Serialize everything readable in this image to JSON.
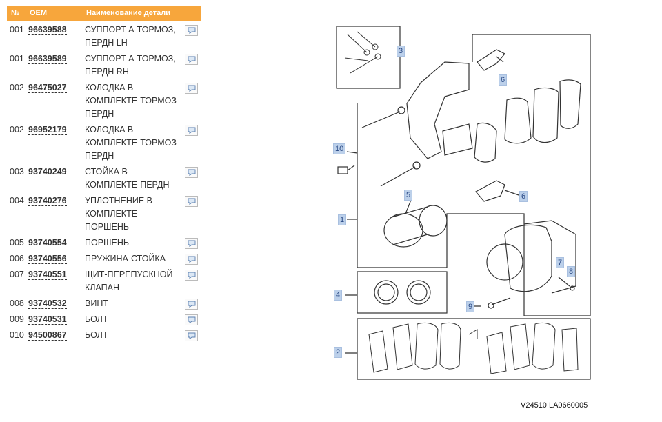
{
  "table": {
    "headers": {
      "no": "№",
      "oem": "OEM",
      "name": "Наименование детали"
    },
    "rows": [
      {
        "num": "001",
        "oem": "96639588",
        "name": "СУППОРТ А-ТОРМОЗ, ПЕРДН LH"
      },
      {
        "num": "001",
        "oem": "96639589",
        "name": "СУППОРТ А-ТОРМОЗ, ПЕРДН RH"
      },
      {
        "num": "002",
        "oem": "96475027",
        "name": "КОЛОДКА В КОМПЛЕКТЕ-ТОРМОЗ ПЕРДН"
      },
      {
        "num": "002",
        "oem": "96952179",
        "name": "КОЛОДКА В КОМПЛЕКТЕ-ТОРМОЗ ПЕРДН"
      },
      {
        "num": "003",
        "oem": "93740249",
        "name": "СТОЙКА В КОМПЛЕКТЕ-ПЕРДН"
      },
      {
        "num": "004",
        "oem": "93740276",
        "name": "УПЛОТНЕНИЕ В КОМПЛЕКТЕ-ПОРШЕНЬ"
      },
      {
        "num": "005",
        "oem": "93740554",
        "name": "ПОРШЕНЬ"
      },
      {
        "num": "006",
        "oem": "93740556",
        "name": "ПРУЖИНА-СТОЙКА"
      },
      {
        "num": "007",
        "oem": "93740551",
        "name": "ЩИТ-ПЕРЕПУСКНОЙ КЛАПАН"
      },
      {
        "num": "008",
        "oem": "93740532",
        "name": "ВИНТ"
      },
      {
        "num": "009",
        "oem": "93740531",
        "name": "БОЛТ"
      },
      {
        "num": "010",
        "oem": "94500867",
        "name": "БОЛТ"
      }
    ]
  },
  "diagram": {
    "callouts": [
      "3",
      "6",
      "10",
      "5",
      "6",
      "1",
      "7",
      "8",
      "4",
      "9",
      "2"
    ],
    "code": "V24510 LA0660005"
  }
}
